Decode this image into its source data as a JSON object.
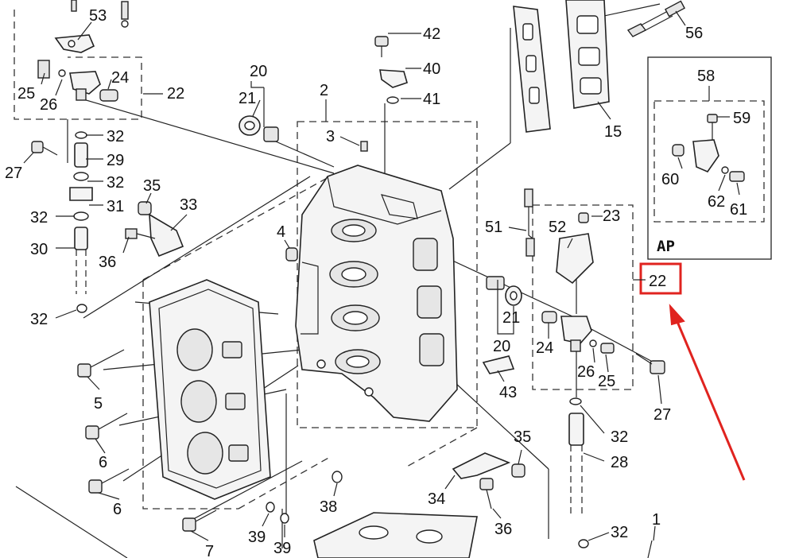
{
  "labels": {
    "l53": "53",
    "l25a": "25",
    "l26a": "26",
    "l24a": "24",
    "l22a": "22",
    "l27a": "27",
    "l32a": "32",
    "l29": "29",
    "l32b": "32",
    "l31": "31",
    "l32c": "32",
    "l30": "30",
    "l32d": "32",
    "l35a": "35",
    "l33": "33",
    "l36a": "36",
    "l20a": "20",
    "l21a": "21",
    "l2": "2",
    "l3": "3",
    "l42": "42",
    "l40": "40",
    "l41": "41",
    "l4": "4",
    "l5": "5",
    "l6a": "6",
    "l6b": "6",
    "l7": "7",
    "l15": "15",
    "l56": "56",
    "l58": "58",
    "l59": "59",
    "l60": "60",
    "l62": "62",
    "l61": "61",
    "lAP": "AP",
    "l22b": "22",
    "l23": "23",
    "l51": "51",
    "l52": "52",
    "l21b": "21",
    "l20b": "20",
    "l24b": "24",
    "l26b": "26",
    "l25b": "25",
    "l27b": "27",
    "l43": "43",
    "l32e": "32",
    "l28": "28",
    "l35b": "35",
    "l34": "34",
    "l36b": "36",
    "l38": "38",
    "l39a": "39",
    "l39b": "39",
    "l32f": "32",
    "l1": "1"
  },
  "colors": {
    "highlight_box": "#e0231f",
    "arrow": "#e0231f",
    "line": "#222222"
  }
}
